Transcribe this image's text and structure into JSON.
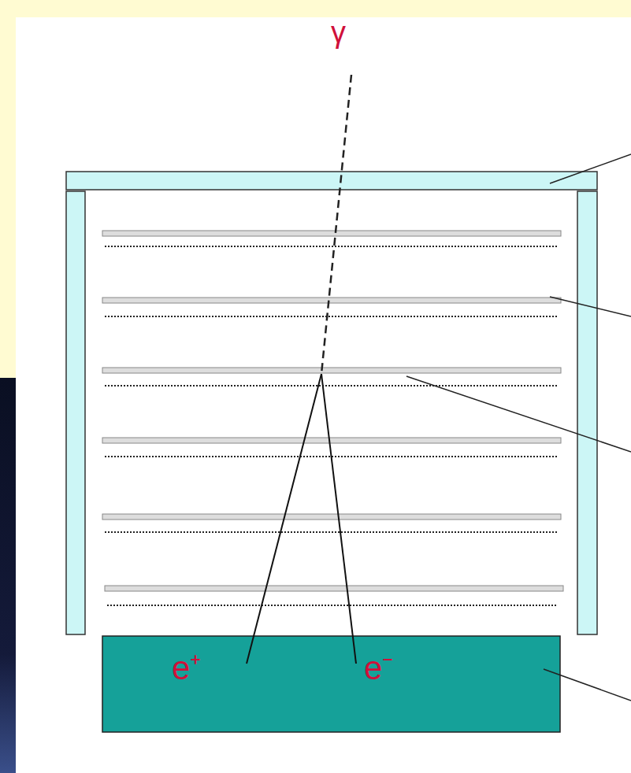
{
  "diagram": {
    "labels": [
      "γ",
      "e⁺",
      "e⁻"
    ]
  }
}
